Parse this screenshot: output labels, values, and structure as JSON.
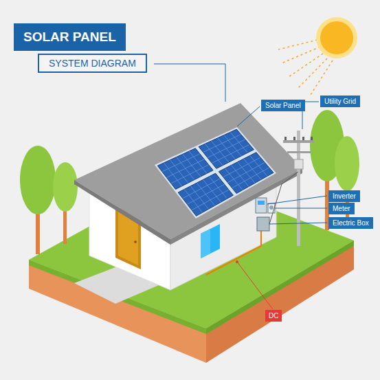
{
  "diagram": {
    "title": "SOLAR PANEL",
    "nodes": [
      {
        "text": [
          "SYSTEM DIAGRAM"
        ]
      },
      {
        "text": [
          "Solar Panel"
        ]
      },
      {
        "text": [
          "Utility Grid"
        ]
      },
      {
        "text": [
          "Inverter"
        ]
      },
      {
        "text": [
          "Meter"
        ]
      },
      {
        "text": [
          "Electric Box"
        ]
      },
      {
        "text": [
          "DC"
        ]
      }
    ]
  }
}
